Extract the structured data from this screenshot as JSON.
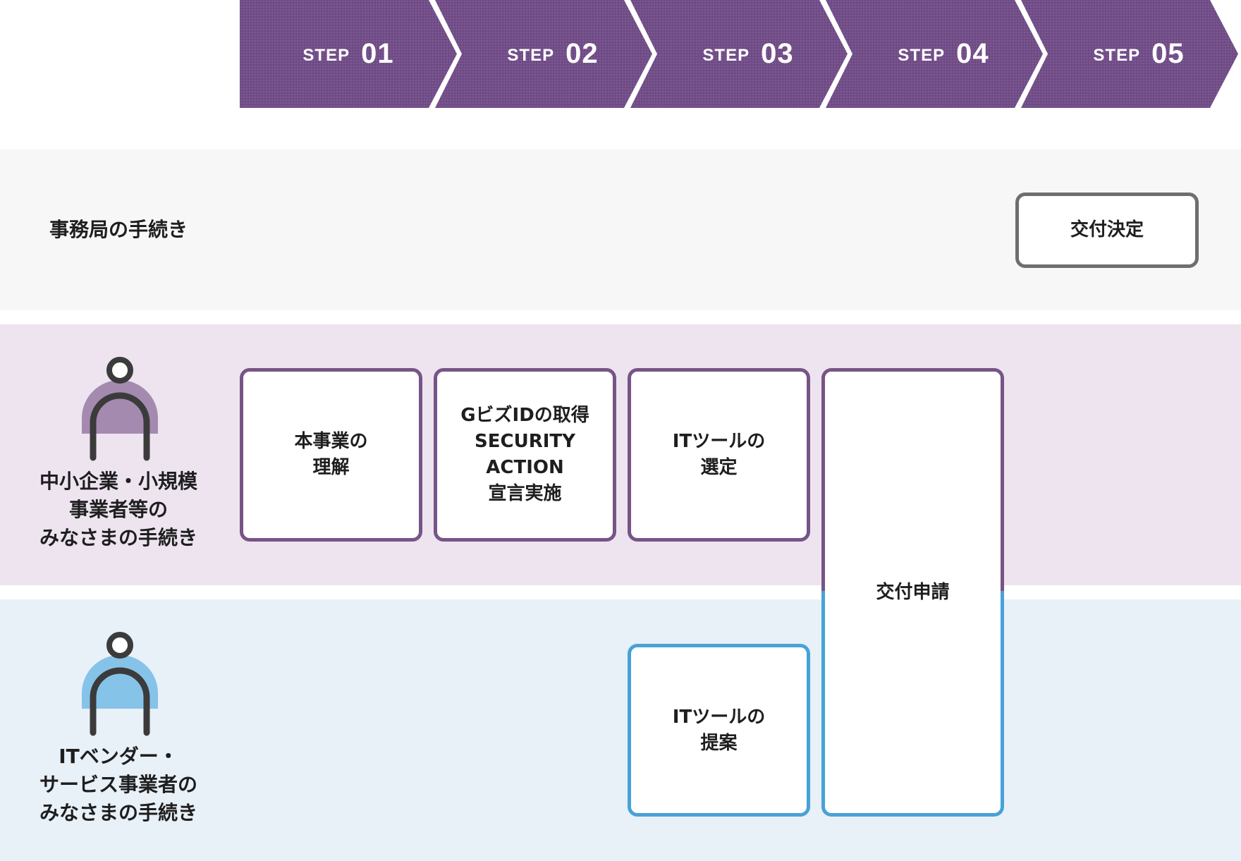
{
  "steps": [
    {
      "word": "STEP",
      "num": "01"
    },
    {
      "word": "STEP",
      "num": "02"
    },
    {
      "word": "STEP",
      "num": "03"
    },
    {
      "word": "STEP",
      "num": "04"
    },
    {
      "word": "STEP",
      "num": "05"
    }
  ],
  "lanes": {
    "office": {
      "label": "事務局の手続き"
    },
    "business": {
      "label": "中小企業・小規模\n事業者等の\nみなさまの手続き"
    },
    "vendor": {
      "label": "ITベンダー・\nサービス事業者の\nみなさまの手続き"
    }
  },
  "tasks": {
    "grant_decision": "交付決定",
    "understand": "本事業の\n理解",
    "gbiz": "GビズIDの取得\nSECURITY\nACTION\n宣言実施",
    "select_tool": "ITツールの\n選定",
    "apply": "交付申請",
    "propose_tool": "ITツールの\n提案"
  },
  "colors": {
    "step_purple": "#6f4a86",
    "business_border": "#785486",
    "vendor_border": "#47a2d6",
    "office_border": "#6e6e6e",
    "business_lane_bg": "#ede4f0",
    "vendor_lane_bg": "#e8f0f8",
    "office_lane_bg": "#f7f7f7"
  },
  "icons": {
    "business": "person-icon",
    "vendor": "person-icon"
  }
}
